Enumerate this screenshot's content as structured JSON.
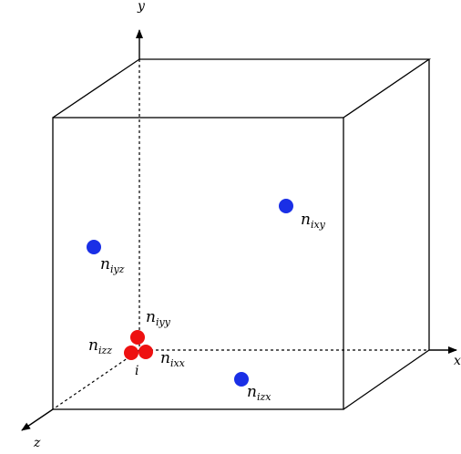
{
  "axes": {
    "x_label": "x",
    "y_label": "y",
    "z_label": "z"
  },
  "colors": {
    "line": "#000000",
    "red_point": "#ee1111",
    "blue_point": "#1a2fe6"
  },
  "points": {
    "n_ixy": {
      "base": "n",
      "sub": "ixy"
    },
    "n_iyz": {
      "base": "n",
      "sub": "iyz"
    },
    "n_izx": {
      "base": "n",
      "sub": "izx"
    },
    "n_iyy": {
      "base": "n",
      "sub": "iyy"
    },
    "n_izz": {
      "base": "n",
      "sub": "izz"
    },
    "n_ixx": {
      "base": "n",
      "sub": "ixx"
    },
    "origin": {
      "label": "i"
    }
  }
}
